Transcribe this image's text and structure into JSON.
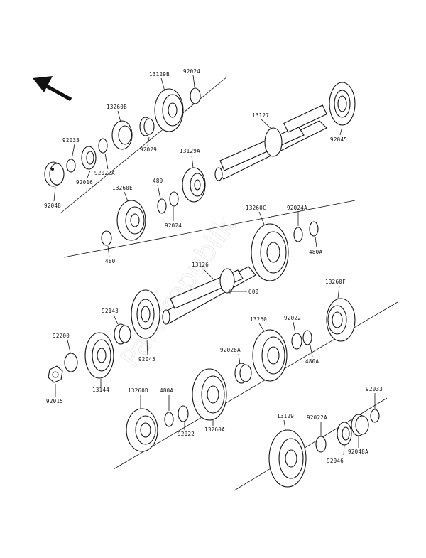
{
  "labels": {
    "l13129B": "13129B",
    "l92024a": "92024",
    "l13260B": "13260B",
    "l13127": "13127",
    "l92033a": "92033",
    "l92029": "92029",
    "l92022A_a": "92022A",
    "l92016": "92016",
    "l92048": "92048",
    "l92045a": "92045",
    "l13129A": "13129A",
    "l13260E": "13260E",
    "l480a": "480",
    "l92024b": "92024",
    "l480b": "480",
    "l13260C": "13260C",
    "l92024A": "92024A",
    "l480A_a": "480A",
    "l13126": "13126",
    "l600": "600",
    "l13260F": "13260F",
    "l92143": "92143",
    "l92200": "92200",
    "l13144": "13144",
    "l92045b": "92045",
    "l92015": "92015",
    "l13260": "13260",
    "l92022a": "92022",
    "l480A_b": "480A",
    "l92028A": "92028A",
    "l13260D": "13260D",
    "l480A_c": "480A",
    "l92022b": "92022",
    "l13260A": "13260A",
    "l13129": "13129",
    "l92022A_b": "92022A",
    "l92033b": "92033",
    "l92048A": "92048A",
    "l92046": "92046"
  },
  "watermark": "Partsrepublik"
}
